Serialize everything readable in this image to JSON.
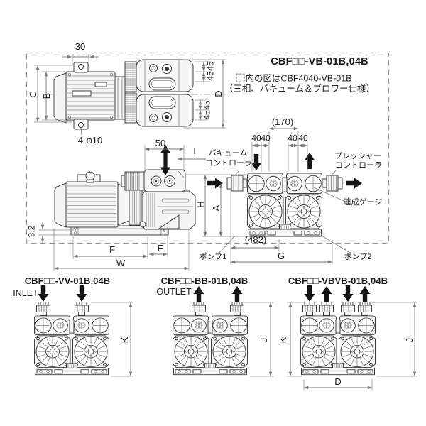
{
  "frame": {
    "model": "CBF□□-VB-01B,04B",
    "note_ref": "内の図はCBF4040-VB-01B",
    "note_spec": "（三相、バキューム＆ブロワー仕様）"
  },
  "top_view": {
    "dim_30": "30",
    "dim_c": "C",
    "dim_b": "B",
    "dim_45": [
      "45",
      "45",
      "45",
      "45"
    ],
    "dim_d": "D",
    "dim_holes": "4-φ10"
  },
  "side_view": {
    "dim_50": "50",
    "dim_i": "I",
    "dim_h": "H",
    "dim_a": "A",
    "dim_base": "3.2",
    "dim_f": "F",
    "dim_e": "E",
    "dim_w": "W"
  },
  "front_view": {
    "dim_170": "(170)",
    "dim_40": [
      "40",
      "40",
      "40",
      "40"
    ],
    "dim_482": "(482)",
    "dim_g": "G",
    "pump1": "ポンプ1",
    "pump2": "ポンプ2",
    "vacuum_controller": [
      "バキューム",
      "コントローラ"
    ],
    "pressure_controller": [
      "プレッシャー",
      "コントローラ"
    ],
    "compound_gauge": "連成ゲージ"
  },
  "variants": [
    {
      "model": "CBF□□-VV-01B,04B",
      "flow_label": "INLET",
      "dim_right": "K"
    },
    {
      "model": "CBF□□-BB-01B,04B",
      "flow_label": "OUTLET",
      "dim_right": "J"
    },
    {
      "model": "CBF□□-VBVB-01B,04B",
      "dim_left": "K",
      "dim_right": "J",
      "dim_bottom": "D"
    }
  ],
  "colors": {
    "line": "#3f3f3f",
    "dimension": "#7a7a7a",
    "text": "#1c1c1c",
    "background": "#ffffff",
    "flow_arrow": "#141414"
  }
}
